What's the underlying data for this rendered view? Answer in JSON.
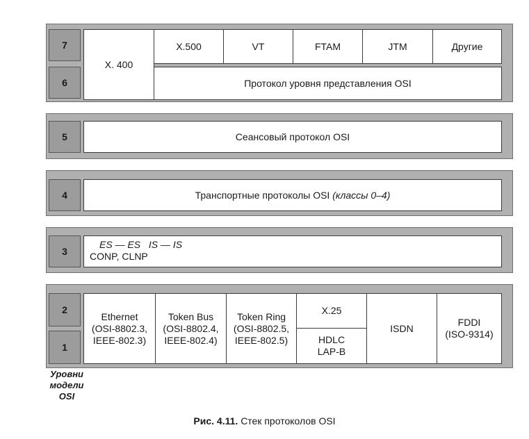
{
  "upper_block": {
    "level7_num": "7",
    "level6_num": "6",
    "x400": "X. 400",
    "x500": "X.500",
    "vt": "VT",
    "ftam": "FTAM",
    "jtm": "JTM",
    "other": "Другие",
    "presentation_protocol": "Протокол уровня представления OSI"
  },
  "level5": {
    "num": "5",
    "label": "Сеансовый протокол OSI"
  },
  "level4": {
    "num": "4",
    "label": "Транспортные протоколы OSI",
    "label_italic": "(классы 0–4)"
  },
  "level3": {
    "num": "3",
    "line1a": "ES — ES",
    "line1b": "IS — IS",
    "line2": "CONP, CLNP"
  },
  "lower_block": {
    "level2_num": "2",
    "level1_num": "1",
    "ethernet": {
      "name": "Ethernet",
      "line2": "(OSI-8802.3,",
      "line3": "IEEE-802.3)"
    },
    "token_bus": {
      "name": "Token Bus",
      "line2": "(OSI-8802.4,",
      "line3": "IEEE-802.4)"
    },
    "token_ring": {
      "name": "Token Ring",
      "line2": "(OSI-8802.5,",
      "line3": "IEEE-802.5)"
    },
    "x25": "X.25",
    "hdlc": "HDLC",
    "lapb": "LAP-B",
    "isdn": "ISDN",
    "fddi": {
      "name": "FDDI",
      "line2": "(ISO-9314)"
    }
  },
  "legend": {
    "line1": "Уровни",
    "line2": "модели",
    "line3": "OSI"
  },
  "caption": {
    "prefix": "Рис. 4.11.",
    "text": "Стек протоколов OSI"
  }
}
